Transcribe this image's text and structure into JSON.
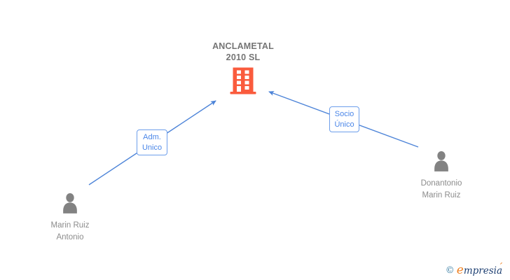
{
  "company": {
    "name_line1": "ANCLAMETAL",
    "name_line2": "2010 SL"
  },
  "relationships": [
    {
      "line1": "Adm.",
      "line2": "Unico"
    },
    {
      "line1": "Socio",
      "line2": "Único"
    }
  ],
  "persons": [
    {
      "line1": "Marin Ruiz",
      "line2": "Antonio"
    },
    {
      "line1": "Donantonio",
      "line2": "Marin Ruiz"
    }
  ],
  "footer": {
    "copyright": "©",
    "brand_initial": "e",
    "brand_rest": "mpresia",
    "brand_accent": "´"
  },
  "colors": {
    "building_orange": "#fa5b3d",
    "edge_blue": "#4d84d8",
    "label_border_blue": "#6d9eeb",
    "label_text_blue": "#4a86e8",
    "title_gray": "#757575",
    "person_text_gray": "#8c8c8c",
    "person_icon_gray": "#828282",
    "logo_teal": "#3b7fa5",
    "logo_navy": "#1d3f72",
    "logo_orange": "#ef8326"
  }
}
